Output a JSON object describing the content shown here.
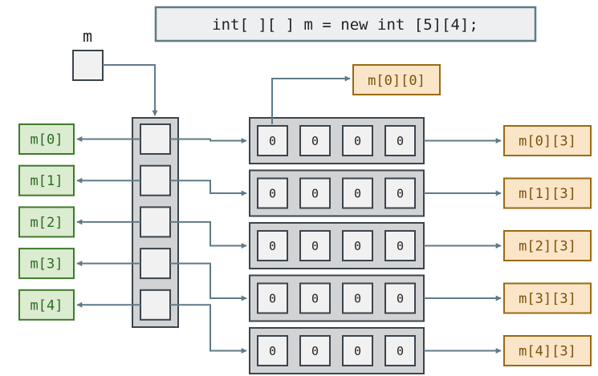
{
  "code": "int[ ][ ] m = new int [5][4];",
  "var_label": "m",
  "row_refs": [
    "m[0]",
    "m[1]",
    "m[2]",
    "m[3]",
    "m[4]"
  ],
  "rows": [
    [
      "0",
      "0",
      "0",
      "0"
    ],
    [
      "0",
      "0",
      "0",
      "0"
    ],
    [
      "0",
      "0",
      "0",
      "0"
    ],
    [
      "0",
      "0",
      "0",
      "0"
    ],
    [
      "0",
      "0",
      "0",
      "0"
    ]
  ],
  "top_element_label": "m[0][0]",
  "last_element_labels": [
    "m[0][3]",
    "m[1][3]",
    "m[2][3]",
    "m[3][3]",
    "m[4][3]"
  ],
  "colors": {
    "arrow": "#5f7a88",
    "frame_fill": "#d2d3d5",
    "frame_stroke": "#3b444c",
    "cell_fill": "#f1f1f2",
    "cell_stroke": "#3b444c",
    "green_fill": "#dbecd0",
    "green_stroke": "#3f7a2c",
    "green_text": "#2e6a24",
    "orange_fill": "#fbe5c8",
    "orange_stroke": "#9a6a10",
    "orange_text": "#7a5208",
    "code_fill": "#eeeff0",
    "code_stroke": "#5f7a88"
  }
}
